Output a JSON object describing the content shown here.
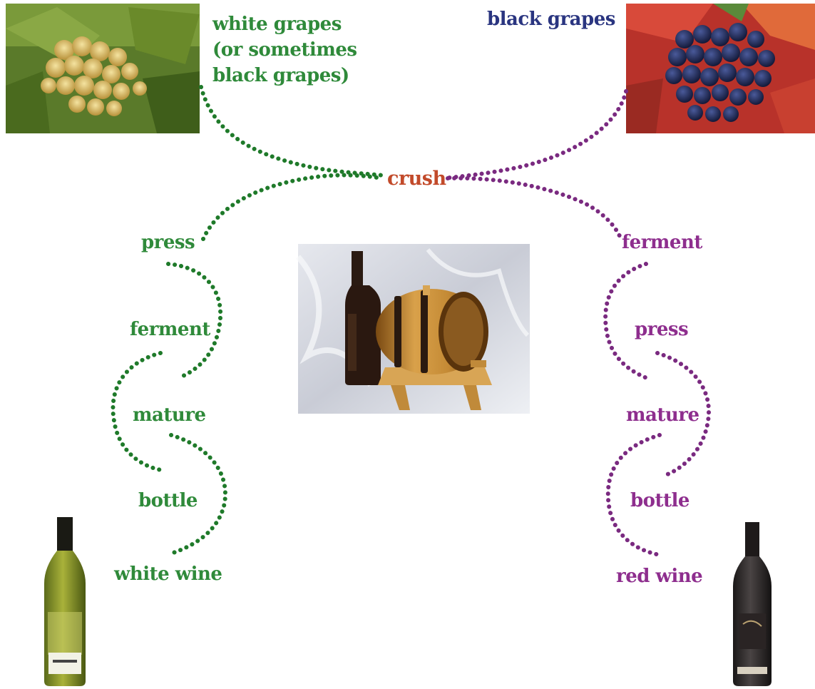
{
  "colors": {
    "white_path": "#1f7a2a",
    "red_path": "#7a2a80",
    "white_text": "#2f8a3a",
    "red_text": "#8e2e8e",
    "black_grapes_text": "#2a3580",
    "crush_text": "#c24a2a"
  },
  "labels": {
    "white_grapes": [
      "white grapes",
      "(or sometimes",
      "black grapes)"
    ],
    "black_grapes": "black grapes",
    "crush": "crush",
    "white_steps": [
      "press",
      "ferment",
      "mature",
      "bottle",
      "white wine"
    ],
    "red_steps": [
      "ferment",
      "press",
      "mature",
      "bottle",
      "red wine"
    ]
  },
  "images": {
    "white_grapes_photo": "white-grapes-photo",
    "black_grapes_photo": "black-grapes-photo",
    "barrel_photo": "wine-barrel-photo",
    "white_wine_bottle": "white-wine-bottle",
    "red_wine_bottle": "red-wine-bottle"
  }
}
